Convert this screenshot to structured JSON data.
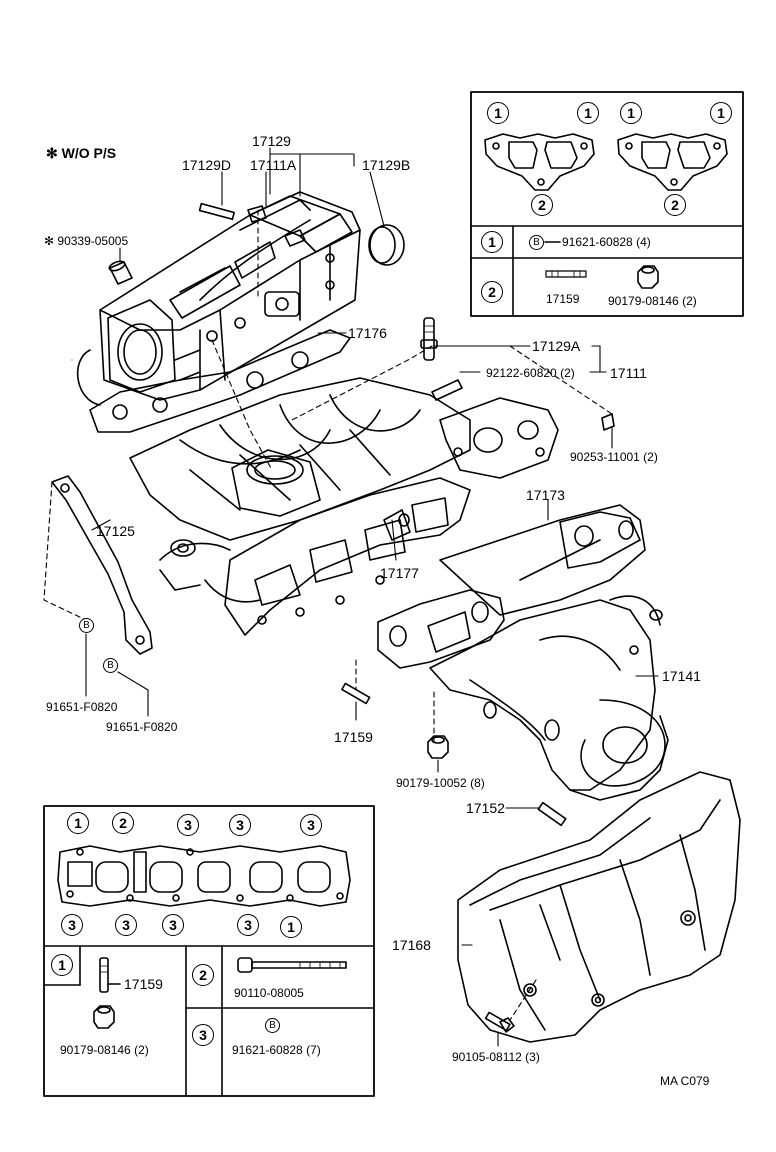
{
  "note": "✻ W/O P/S",
  "footer_code": "MA C079",
  "labels": {
    "p17129": "17129",
    "p17129D": "17129D",
    "p17111A": "17111A",
    "p17129B": "17129B",
    "p90339": "✻ 90339-05005",
    "p17176": "17176",
    "p17129A": "17129A",
    "p92122": "92122-60820 (2)",
    "p17111": "17111",
    "p90253": "90253-11001 (2)",
    "p17125": "17125",
    "p17173": "17173",
    "p17177": "17177",
    "p17141": "17141",
    "p17159": "17159",
    "p90179_10052": "90179-10052 (8)",
    "p17152": "17152",
    "p91651a": "91651-F0820",
    "p91651b": "91651-F0820",
    "p17168": "17168",
    "p90105": "90105-08112 (3)"
  },
  "bolt_symbol": "B",
  "top_legend": {
    "marker1": "1",
    "marker2": "2",
    "row1_part": "91621-60828 (4)",
    "row2_part_a": "17159",
    "row2_part_b": "90179-08146 (2)"
  },
  "bottom_legend": {
    "marker1": "1",
    "marker2": "2",
    "marker3": "3",
    "top_markers": [
      "1",
      "2",
      "3",
      "3",
      "3"
    ],
    "bottom_markers": [
      "3",
      "3",
      "3",
      "3",
      "1"
    ],
    "cell1_part_a": "17159",
    "cell1_part_b": "90179-08146 (2)",
    "cell2_part": "90110-08005",
    "cell3_part": "91621-60828 (7)"
  }
}
